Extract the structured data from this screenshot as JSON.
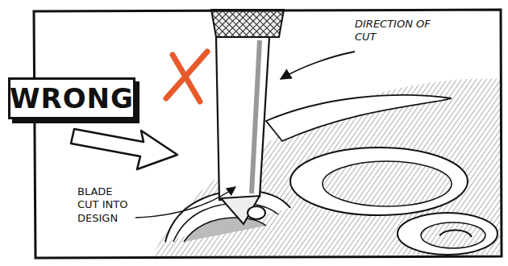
{
  "diagram": {
    "nodes": [
      {
        "text": [
          "WRONG"
        ]
      }
    ],
    "labels": [
      "DIRECTION OF CUT",
      "BLADE CUT INTO DESIGN"
    ]
  }
}
